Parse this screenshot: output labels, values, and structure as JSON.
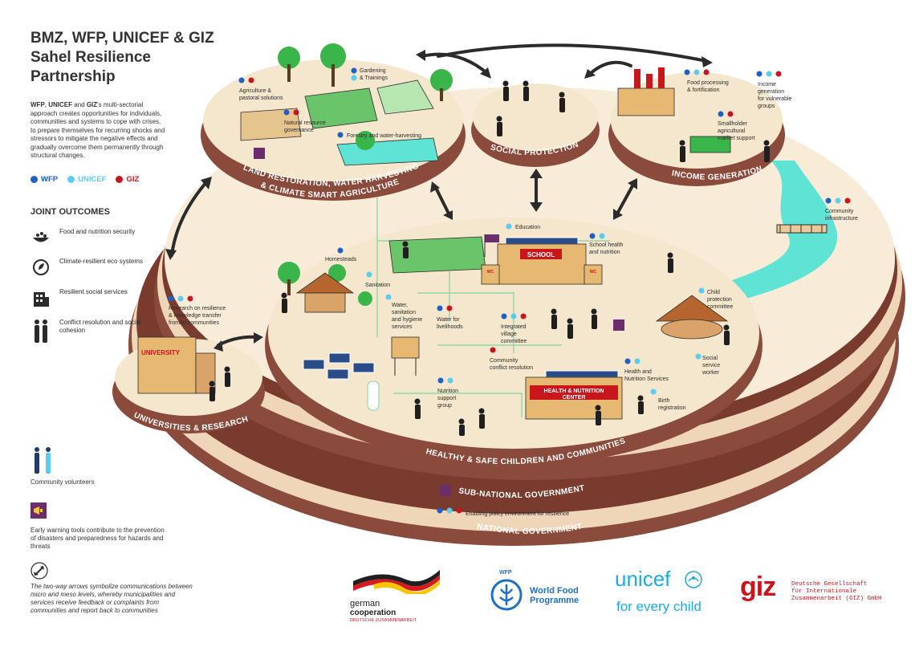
{
  "title": [
    "BMZ, WFP, UNICEF & GIZ",
    "Sahel Resilience",
    "Partnership"
  ],
  "intro": {
    "p1": "WFP",
    "p2": ", ",
    "p3": "UNICEF",
    "p4": " and ",
    "p5": "GIZ",
    "p6": "'s multi-sectorial approach creates opportunities for individuals, communities and systems to cope with crises, to prepare themselves for recurring shocks and stressors to mitigate the negative effects and gradually overcome them permanently through structural changes."
  },
  "legend": [
    {
      "label": "WFP",
      "color": "#1f5fc6"
    },
    {
      "label": "UNICEF",
      "color": "#5ccbf0"
    },
    {
      "label": "GIZ",
      "color": "#c8161d"
    }
  ],
  "joint_outcomes": {
    "title": "JOINT OUTCOMES",
    "items": [
      {
        "label": "Food and nutrition security",
        "icon": "food-bowl-icon"
      },
      {
        "label": "Climate-resilient eco systems",
        "icon": "eco-cycle-icon"
      },
      {
        "label": "Resilient social services",
        "icon": "building-icon"
      },
      {
        "label": "Conflict resolution and social cohesion",
        "icon": "people-icon"
      }
    ]
  },
  "side_notes": {
    "volunteers": "Community volunteers",
    "early_warning": "Early warning tools contribute to the prevention of disasters and preparedness for hazards and threats",
    "arrows": "The two-way arrows symbolize communications between micro and meso levels, whereby municipalities and  services receive feedback or complaints from communities and report back to communities"
  },
  "sections": {
    "land": "LAND RESTORATION, WATER HARVESTING",
    "land2": "& CLIMATE SMART AGRICULTURE",
    "social": "SOCIAL PROTECTION",
    "income": "INCOME GENERATION",
    "universities": "UNIVERSITIES & RESEARCH",
    "healthy": "HEALTHY & SAFE CHILDREN AND COMMUNITIES",
    "subnational": "SUB-NATIONAL GOVERNMENT",
    "national": "NATIONAL GOVERNMENT",
    "university_sign": "UNIVERSITY",
    "school_sign": "SCHOOL",
    "health_sign1": "HEALTH & NUTRITION",
    "health_sign2": "CENTER",
    "wc": "WC"
  },
  "labels": {
    "agri1": "Agriculture &",
    "agri2": "pastoral solutions",
    "garden1": "Gardening",
    "garden2": "& Trainings",
    "natres1": "Natural resource",
    "natres2": "governance",
    "forestry": "Forestry and water-harvesting",
    "food1": "Food processing",
    "food2": "& fortification",
    "income1": "Income",
    "income2": "generation",
    "income3": "for vulnerable",
    "income4": "groups",
    "small1": "Smallholder",
    "small2": "agricultural",
    "small3": "market support",
    "infra1": "Community",
    "infra2": "infrastructure",
    "education": "Education",
    "schoolh1": "School health",
    "schoolh2": "and nutrition",
    "homesteads": "Homesteads",
    "sanitation": "Sanitation",
    "research1": "Research on resilience",
    "research2": "& knowledge transfer",
    "research3": "from/to communities",
    "wash1": "Water,",
    "wash2": "sanitation",
    "wash3": "and hygiene",
    "wash4": "services",
    "waterliv1": "Water for",
    "waterliv2": "livelihoods",
    "ivc1": "Integrated",
    "ivc2": "village",
    "ivc3": "committee",
    "child1": "Child",
    "child2": "protection",
    "child3": "committee",
    "ccr1": "Community",
    "ccr2": "conflict resolution",
    "ssw1": "Social",
    "ssw2": "service",
    "ssw3": "worker",
    "hns1": "Health and",
    "hns2": "Nutrition Services",
    "birth1": "Birth",
    "birth2": "registration",
    "nsg1": "Nutrition",
    "nsg2": "support",
    "nsg3": "group",
    "policy": "Enabling policy environment for resilience"
  },
  "logos": {
    "german1": "german",
    "german2": "cooperation",
    "german3": "DEUTSCHE ZUSAMMENARBEIT",
    "wfp_small": "WFP",
    "wfp1": "World Food",
    "wfp2": "Programme",
    "unicef": "unicef",
    "unicef_tag": "for every child",
    "giz": "giz",
    "giz1": "Deutsche Gesellschaft",
    "giz2": "für Internationale",
    "giz3": "Zusammenarbeit (GIZ) GmbH"
  },
  "colors": {
    "cream": "#f5e7cd",
    "platform_side": "#8a4a3c",
    "platform_rim": "#f0d6b8",
    "water": "#5fe3d4",
    "green": "#39b54a",
    "purple": "#6b2d6b"
  }
}
